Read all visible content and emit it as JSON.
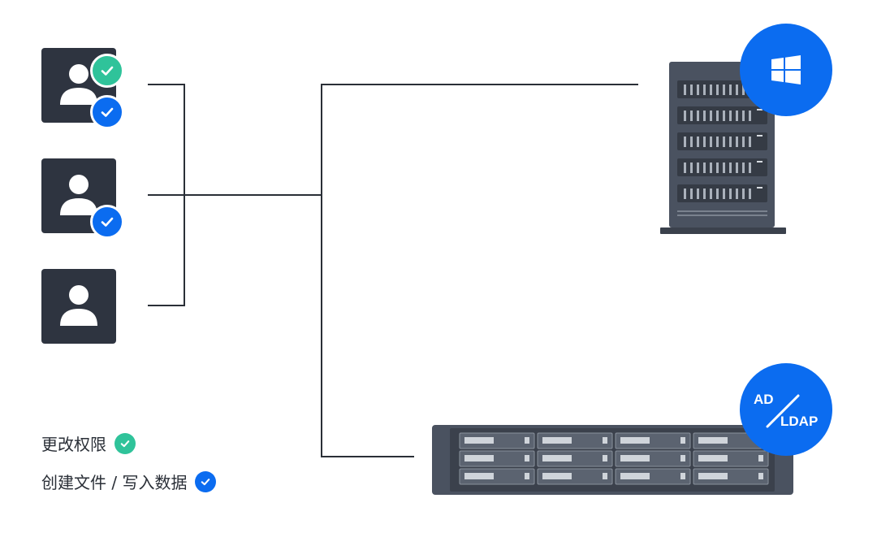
{
  "users": [
    {
      "badges": [
        "permission",
        "write"
      ]
    },
    {
      "badges": [
        "write"
      ]
    },
    {
      "badges": []
    }
  ],
  "legend": {
    "permission_label": "更改权限",
    "write_label": "创建文件 / 写入数据"
  },
  "colors": {
    "permission": "#2fc39a",
    "write": "#0b6cf0",
    "card": "#2e3440",
    "server": "#4a5260"
  },
  "windows_badge": {
    "icon": "windows-logo-icon"
  },
  "ldap_badge": {
    "top": "AD",
    "bottom": "LDAP"
  }
}
